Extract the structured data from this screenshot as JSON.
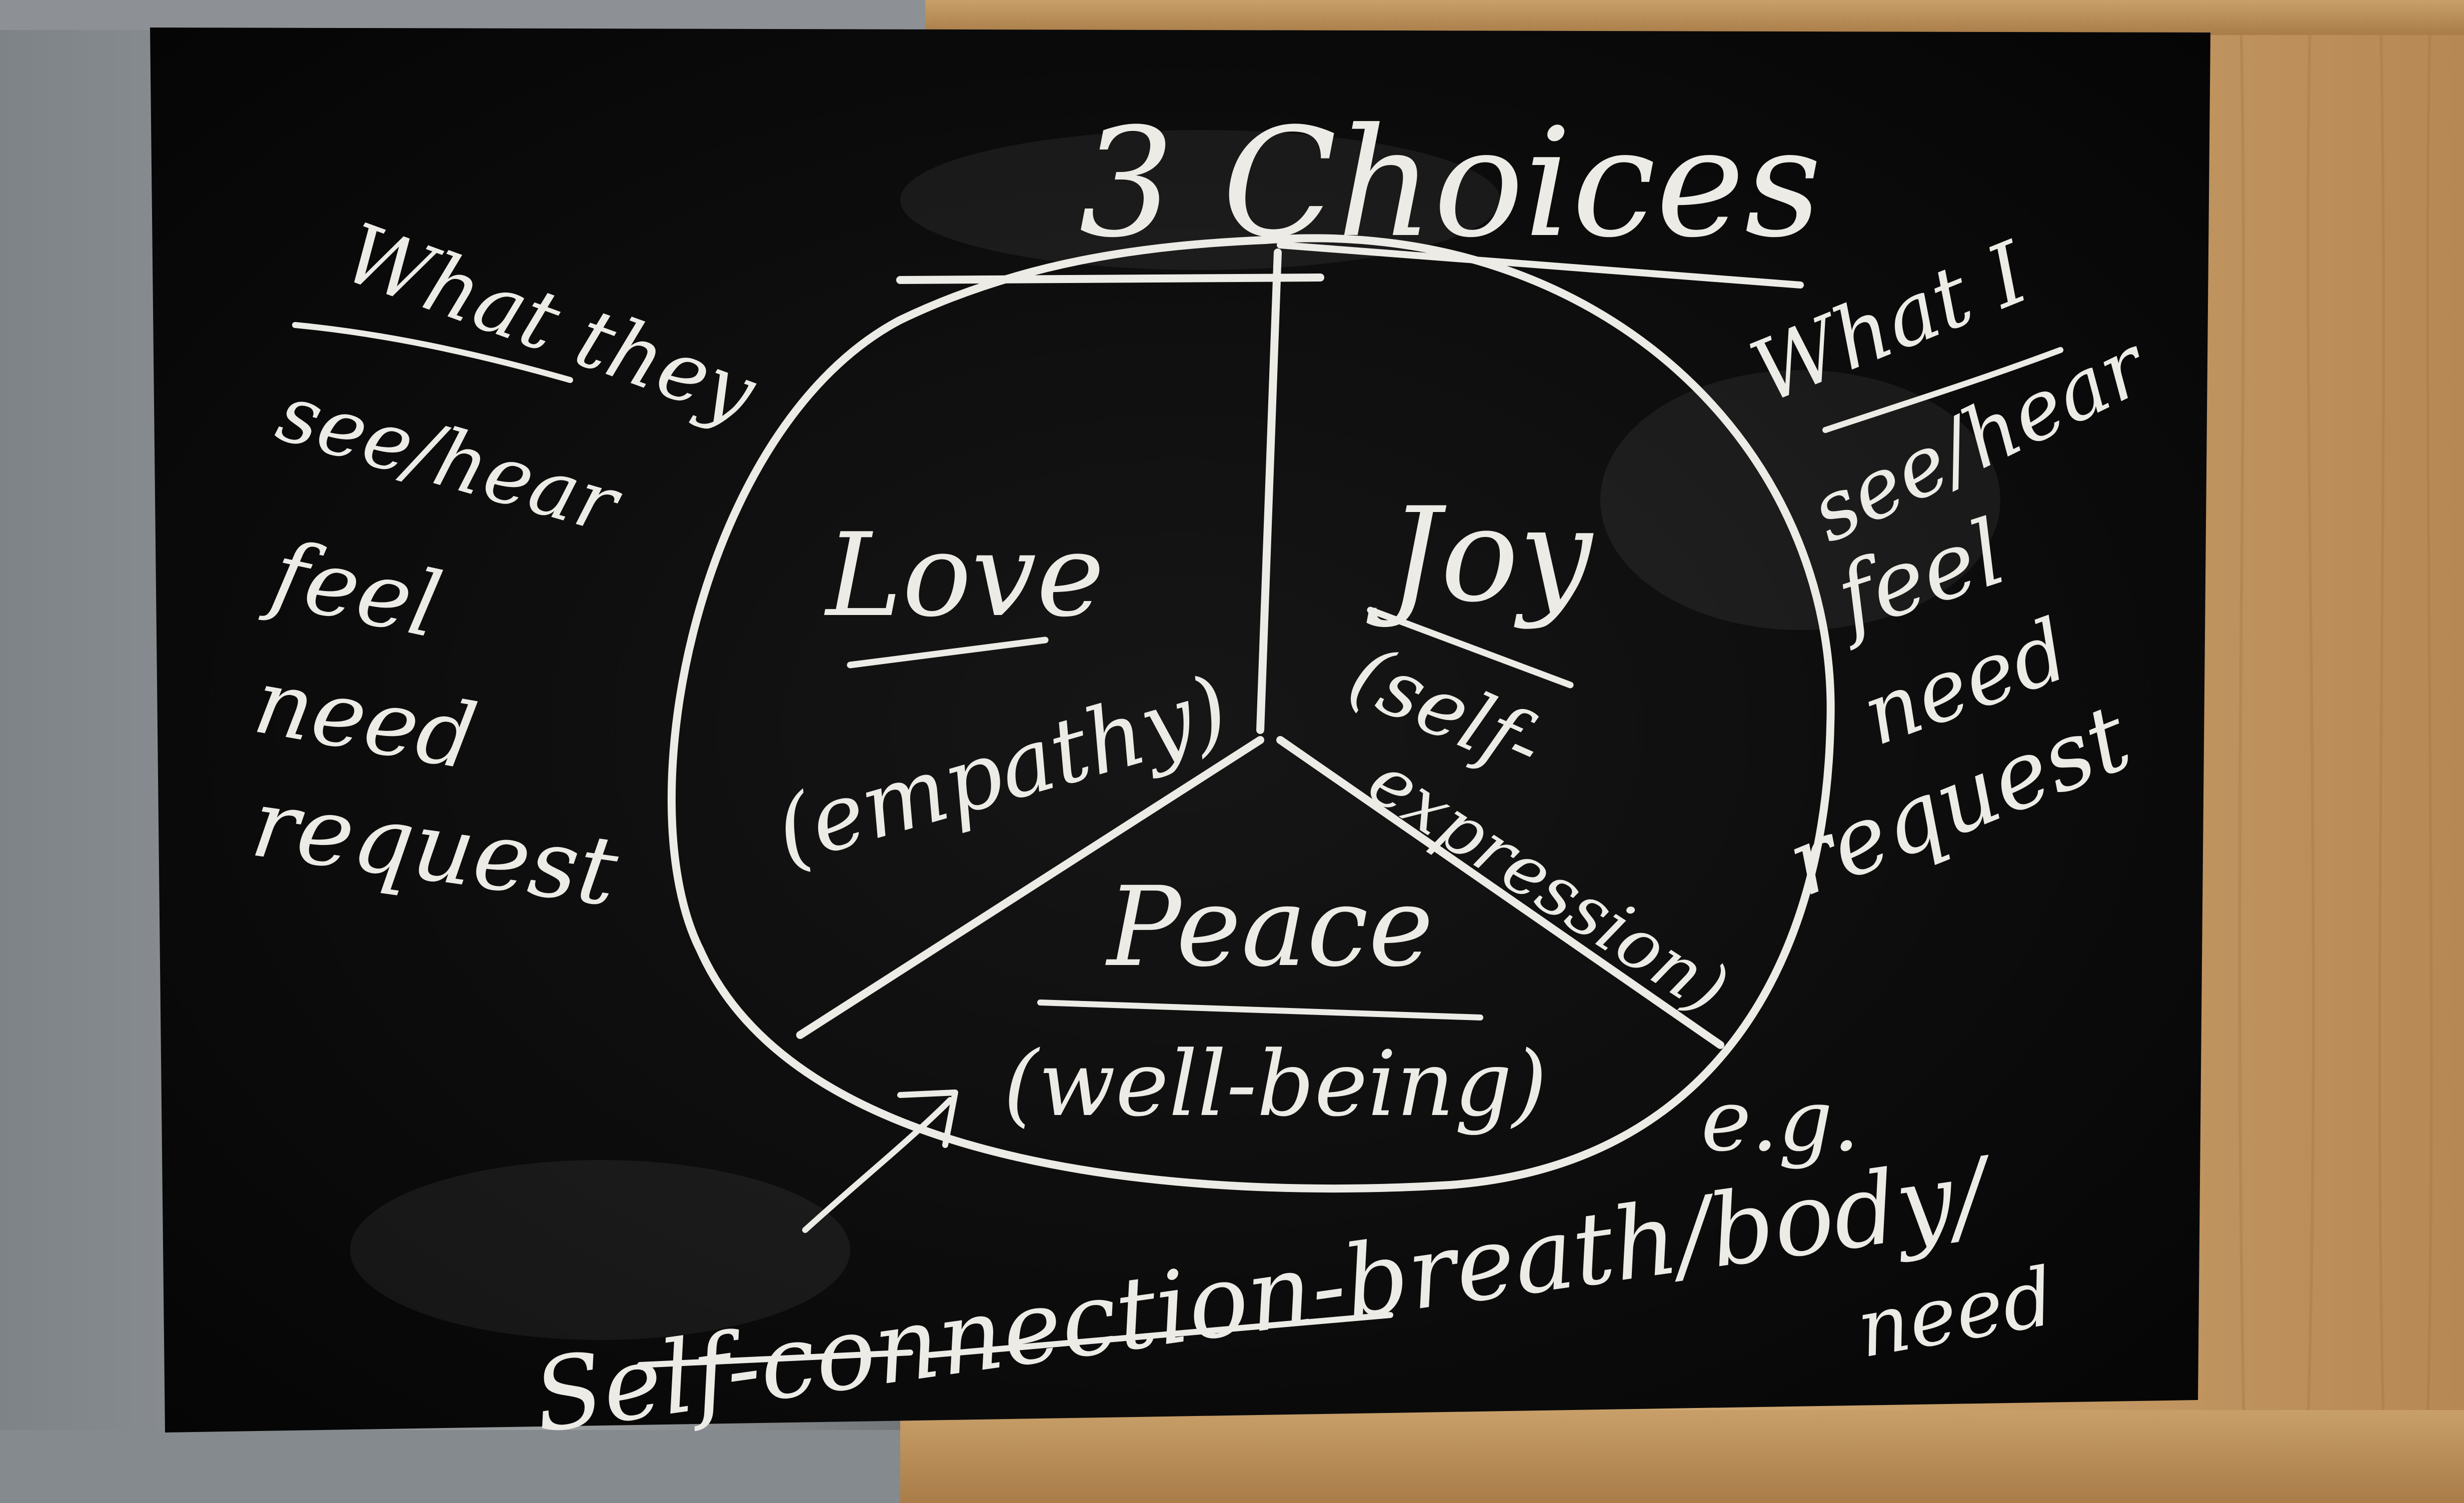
{
  "title": "3 Choices",
  "left_column": {
    "heading": "What they",
    "lines": [
      "see/hear",
      "feel",
      "need",
      "request"
    ]
  },
  "right_column": {
    "heading": "What I",
    "lines": [
      "see/hear",
      "feel",
      "need",
      "request"
    ]
  },
  "circle_sections": {
    "love": {
      "title": "Love",
      "subtitle": "(empathy)"
    },
    "joy": {
      "title": "Joy",
      "subtitle_line1": "(self-",
      "subtitle_line2": "expression)"
    },
    "peace": {
      "title": "Peace",
      "subtitle": "(well-being)"
    }
  },
  "bottom": {
    "example_label": "e.g.",
    "line": "Self-connection-breath/body/",
    "line2": "need"
  },
  "colors": {
    "chalk": "#ecebe6",
    "board": "#0b0b0c",
    "frame_wood": "#c49a63",
    "frame_grey": "#8a8f93"
  }
}
